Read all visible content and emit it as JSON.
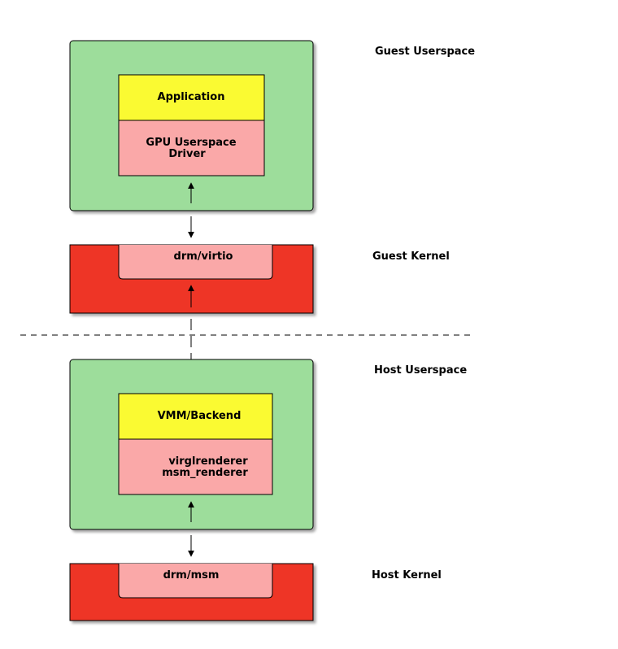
{
  "layers": {
    "guest_userspace": "Guest Userspace",
    "guest_kernel": "Guest Kernel",
    "host_userspace": "Host Userspace",
    "host_kernel": "Host Kernel"
  },
  "boxes": {
    "application": "Application",
    "gpu_driver_line1": "GPU Userspace",
    "gpu_driver_line2": "Driver",
    "drm_virtio": "drm/virtio",
    "vmm_backend": "VMM/Backend",
    "renderer_line1": "virglrenderer",
    "renderer_line2": "msm_renderer",
    "drm_msm": "drm/msm"
  },
  "colors": {
    "userspace": "#9ddd9b",
    "kernel": "#ee3425",
    "component": "#faa8a8",
    "app": "#fafa32"
  }
}
